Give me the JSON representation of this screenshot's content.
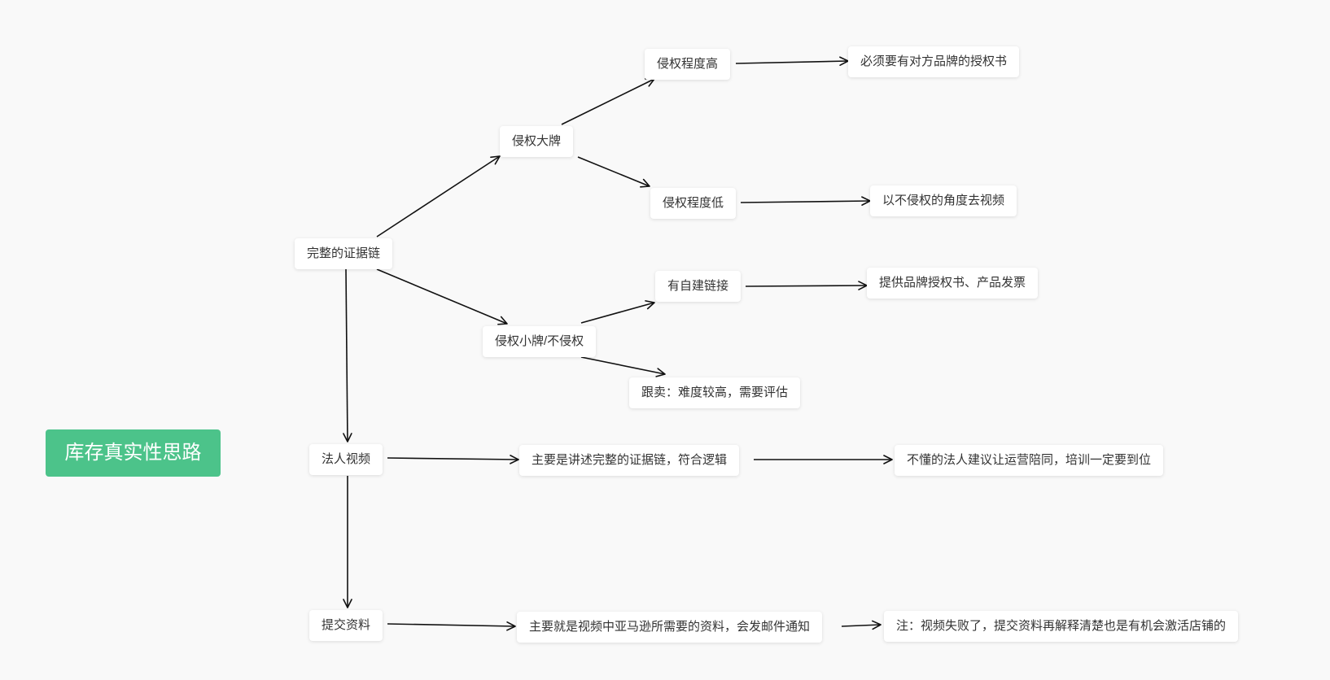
{
  "colors": {
    "background": "#f9f9f9",
    "root_fill": "#4cc38a",
    "edge": "#111111"
  },
  "root": {
    "label": "库存真实性思路"
  },
  "nodes": {
    "evidence_chain": "完整的证据链",
    "big_brand": "侵权大牌",
    "high_infringe": "侵权程度高",
    "must_authorize": "必须要有对方品牌的授权书",
    "low_infringe": "侵权程度低",
    "non_infringe_video": "以不侵权的角度去视频",
    "small_brand": "侵权小牌/不侵权",
    "own_listing": "有自建链接",
    "provide_docs": "提供品牌授权书、产品发票",
    "follow_sell": "跟卖：难度较高，需要评估",
    "legal_video": "法人视频",
    "legal_video_main": "主要是讲述完整的证据链，符合逻辑",
    "legal_video_tip": "不懂的法人建议让运营陪同，培训一定要到位",
    "submit_docs": "提交资料",
    "submit_docs_main": "主要就是视频中亚马逊所需要的资料，会发邮件通知",
    "submit_docs_note": "注：视频失败了，提交资料再解释清楚也是有机会激活店铺的"
  }
}
